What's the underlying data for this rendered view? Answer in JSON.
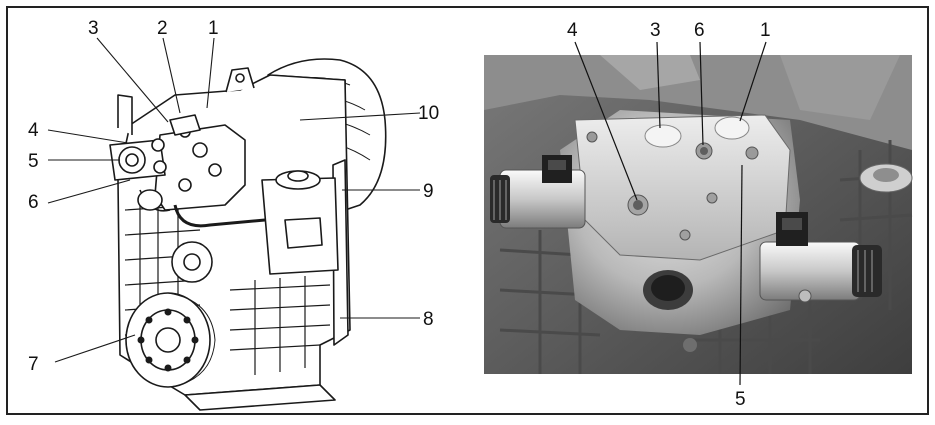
{
  "left_figure": {
    "callouts": [
      "1",
      "2",
      "3",
      "4",
      "5",
      "6",
      "7",
      "8",
      "9",
      "10"
    ]
  },
  "right_figure": {
    "callouts": [
      "1",
      "3",
      "4",
      "5",
      "6"
    ]
  },
  "colors": {
    "border": "#222222",
    "drawing_ink": "#1a1a1a",
    "photo_dark": "#5b5b5b",
    "photo_light": "#d9d9d9"
  }
}
